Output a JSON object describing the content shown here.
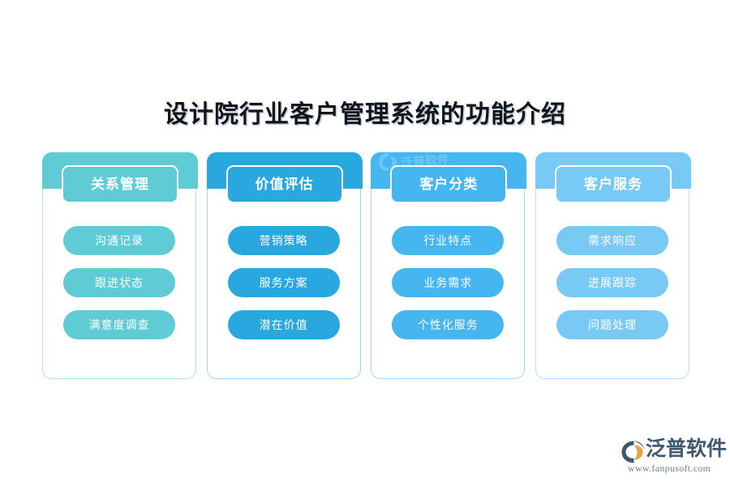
{
  "page": {
    "title": "设计院行业客户管理系统的功能介绍",
    "background_color": "#ffffff"
  },
  "columns": [
    {
      "header": "关系管理",
      "accent": "#5ecbd5",
      "accent_soft": "#a9e3ea",
      "items": [
        "沟通记录",
        "跟进状态",
        "满意度调查"
      ]
    },
    {
      "header": "价值评估",
      "accent": "#29a8e0",
      "accent_soft": "#9bd8f2",
      "items": [
        "营销策略",
        "服务方案",
        "潜在价值"
      ]
    },
    {
      "header": "客户分类",
      "accent": "#45b6ef",
      "accent_soft": "#a5daf6",
      "items": [
        "行业特点",
        "业务需求",
        "个性化服务"
      ]
    },
    {
      "header": "客户服务",
      "accent": "#79c9f5",
      "accent_soft": "#b9e2fa",
      "items": [
        "需求响应",
        "进展跟踪",
        "问题处理"
      ]
    }
  ],
  "watermark": {
    "name": "泛普软件",
    "url": "www.fanpusoft.com",
    "on_column_index": 2
  },
  "brand": {
    "name": "泛普软件",
    "url": "www.fanpusoft.com",
    "mark_color": "#3f5872",
    "mark_accent_color": "#e8a33d",
    "text_color": "#3f5872",
    "url_color": "#6f8296"
  }
}
